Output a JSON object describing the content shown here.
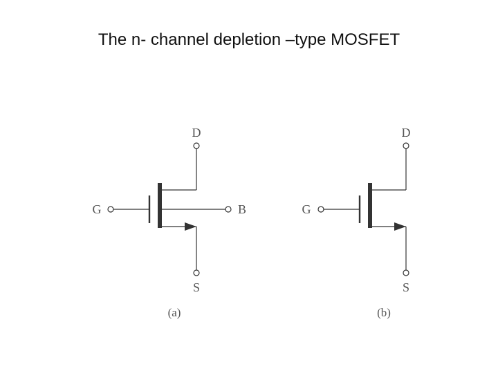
{
  "title": "The n- channel depletion –type MOSFET",
  "symbol_a": {
    "drain_label": "D",
    "gate_label": "G",
    "body_label": "B",
    "source_label": "S",
    "caption": "(a)"
  },
  "symbol_b": {
    "drain_label": "D",
    "gate_label": "G",
    "source_label": "S",
    "caption": "(b)"
  },
  "colors": {
    "ink": "#333333",
    "label": "#555555",
    "background": "#ffffff"
  }
}
